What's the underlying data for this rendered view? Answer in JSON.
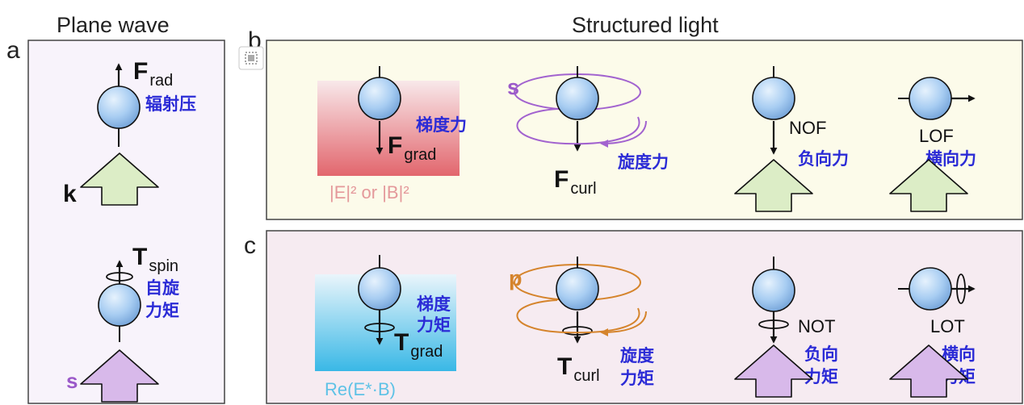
{
  "headers": {
    "plane_wave": "Plane wave",
    "structured_light": "Structured light"
  },
  "panel_letters": {
    "a": "a",
    "b": "b",
    "c": "c"
  },
  "panel_a": {
    "force": {
      "symbol": "F",
      "subscript": "rad",
      "cn_label": "辐射压"
    },
    "wave_vector_label": "k",
    "torque": {
      "symbol": "T",
      "subscript": "spin",
      "cn_line1": "自旋",
      "cn_line2": "力矩"
    },
    "spin_label": "s"
  },
  "panel_b": {
    "gradient": {
      "symbol": "F",
      "subscript": "grad",
      "cn_label": "梯度力"
    },
    "gradient_field_label": "|E|² or |B|²",
    "curl": {
      "spin_label": "s",
      "symbol": "F",
      "subscript": "curl",
      "cn_label": "旋度力"
    },
    "nof": {
      "label": "NOF",
      "cn_label": "负向力"
    },
    "lof": {
      "label": "LOF",
      "cn_label": "横向力"
    }
  },
  "panel_c": {
    "gradient": {
      "symbol": "T",
      "subscript": "grad",
      "cn_line1": "梯度",
      "cn_line2": "力矩"
    },
    "gradient_field_label": "Re(E*·B)",
    "curl": {
      "momentum_label": "p",
      "symbol": "T",
      "subscript": "curl",
      "cn_line1": "旋度",
      "cn_line2": "力矩"
    },
    "not": {
      "label": "NOT",
      "cn_line1": "负向",
      "cn_line2": "力矩"
    },
    "lot": {
      "label": "LOT",
      "cn_line1": "横向",
      "cn_line2": "力矩"
    }
  },
  "colors": {
    "panel_a_bg": "#f8f3fb",
    "panel_b_bg": "#fcfbea",
    "panel_c_bg": "#f6ebf1",
    "green_arrow": "#dcedc6",
    "purple_arrow": "#d8b9ea",
    "chinese_text": "#2b2bd6",
    "spin_s": "#9b59c9",
    "momentum_p": "#d5842c",
    "gradient_red": "#e2666d",
    "gradient_blue": "#39b8e6",
    "red_label": "#e4999b",
    "blue_label": "#5ec2e6"
  },
  "icons": [
    "sphere-icon",
    "force-arrow-icon",
    "torque-ring-icon",
    "wave-arrow-icon",
    "orbit-icon",
    "expand-icon"
  ]
}
